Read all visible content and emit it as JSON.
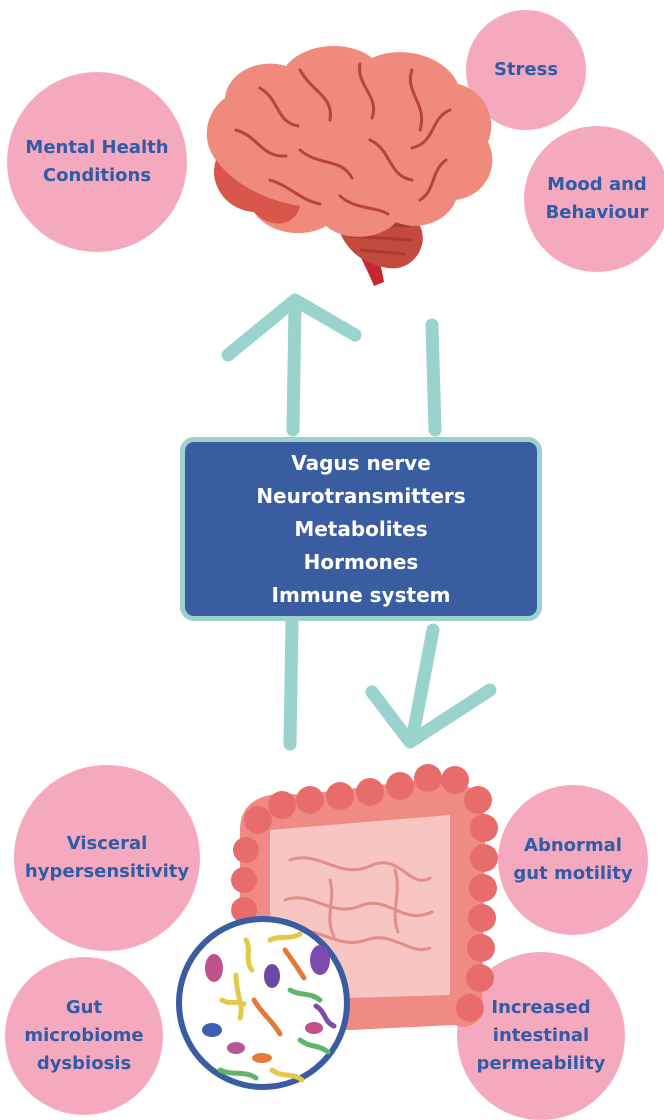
{
  "colors": {
    "bubble_fill": "#f5a9bf",
    "bubble_text": "#2f5ca6",
    "box_fill": "#3a5da2",
    "box_border": "#9ad3cd",
    "arrow": "#9ad3cd",
    "brain": "#ef8a7c",
    "gut": "#ef8a85"
  },
  "icons": [
    "brain-icon",
    "intestine-icon",
    "microbiome-icon"
  ],
  "top_nodes": {
    "mental_health": "Mental Health\nConditions",
    "stress": "Stress",
    "mood": "Mood and\nBehaviour"
  },
  "center": {
    "items": [
      "Vagus nerve",
      "Neurotransmitters",
      "Metabolites",
      "Hormones",
      "Immune system"
    ]
  },
  "bottom_nodes": {
    "visceral": "Visceral\nhypersensitivity",
    "motility": "Abnormal\ngut motility",
    "dysbiosis": "Gut\nmicrobiome\ndysbiosis",
    "permeability": "Increased\nintestinal\npermeability"
  }
}
